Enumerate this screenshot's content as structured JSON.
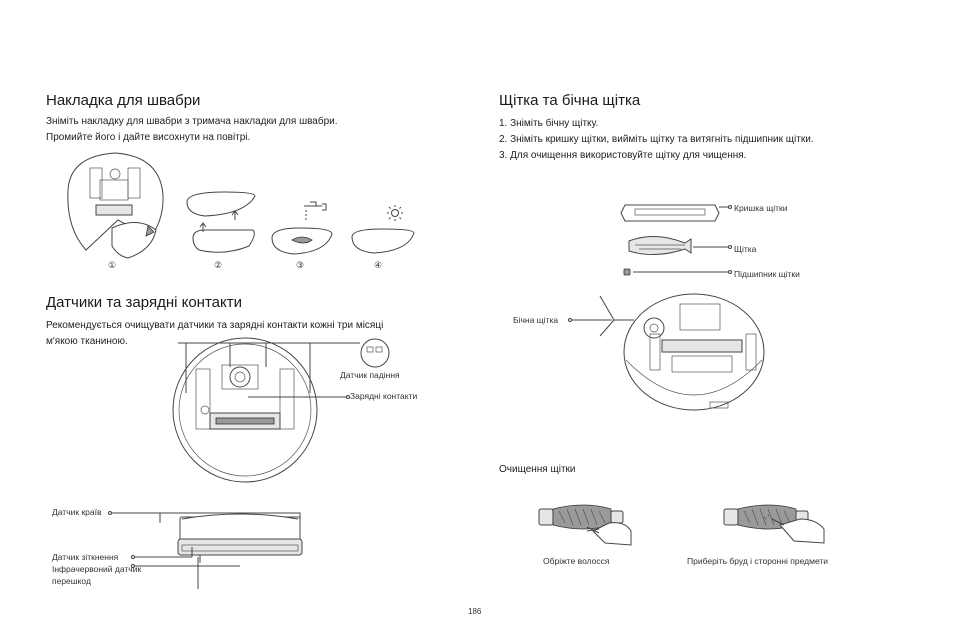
{
  "mop": {
    "title": "Накладка для швабри",
    "lines": [
      "Зніміть накладку для швабри з тримача накладки для швабри.",
      "Промийте його і дайте висохнути на повітрі."
    ],
    "steps": [
      "①",
      "②",
      "③",
      "④"
    ]
  },
  "sensors": {
    "title": "Датчики та зарядні контакти",
    "lines": [
      "Рекомендується очищувати датчики та зарядні контакти кожні три місяці",
      "м'якою тканиною."
    ],
    "labels": {
      "cliff": "Датчик падіння",
      "charging": "Зарядні контакти",
      "edge": "Датчик країв",
      "collision": "Датчик зіткнення",
      "infrared_1": "Інфрачервоний датчик",
      "infrared_2": "перешкод"
    }
  },
  "brush": {
    "title": "Щітка та бічна щітка",
    "steps": [
      "1. Зніміть бічну щітку.",
      "2. Зніміть кришку щітки, вийміть щітку та витягніть підшипник щітки.",
      "3. Для очищення використовуйте щітку для чищення."
    ],
    "labels": {
      "cover": "Кришка щітки",
      "brush": "Щітка",
      "bearing": "Підшипник щітки",
      "side": "Бічна щітка"
    },
    "cleaning": {
      "title": "Очищення щітки",
      "cut": "Обріжте волосся",
      "remove": "Приберіть бруд і сторонні предмети"
    }
  },
  "page_number": "186"
}
